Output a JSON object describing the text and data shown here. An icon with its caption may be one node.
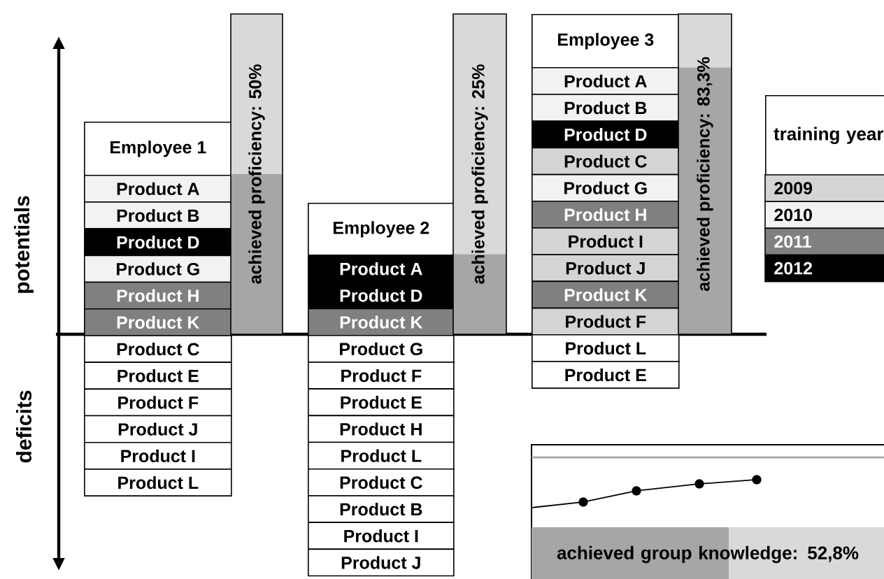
{
  "diagram": {
    "nodes": [
      {
        "text": [
          "Employee 1"
        ]
      },
      {
        "text": [
          "Product A"
        ]
      },
      {
        "text": [
          "Product B"
        ]
      },
      {
        "text": [
          "Product D"
        ]
      },
      {
        "text": [
          "Product G"
        ]
      },
      {
        "text": [
          "Product H"
        ]
      },
      {
        "text": [
          "Product K"
        ]
      },
      {
        "text": [
          "Product C"
        ]
      },
      {
        "text": [
          "Product E"
        ]
      },
      {
        "text": [
          "Product F"
        ]
      },
      {
        "text": [
          "Product J"
        ]
      },
      {
        "text": [
          "Product I"
        ]
      },
      {
        "text": [
          "Product L"
        ]
      },
      {
        "text": [
          "achieved proficiency: 50%"
        ]
      },
      {
        "text": [
          "Employee 2"
        ]
      },
      {
        "text": [
          "Product A"
        ]
      },
      {
        "text": [
          "Product D"
        ]
      },
      {
        "text": [
          "Product K"
        ]
      },
      {
        "text": [
          "Product G"
        ]
      },
      {
        "text": [
          "Product F"
        ]
      },
      {
        "text": [
          "Product E"
        ]
      },
      {
        "text": [
          "Product H"
        ]
      },
      {
        "text": [
          "Product L"
        ]
      },
      {
        "text": [
          "Product C"
        ]
      },
      {
        "text": [
          "Product B"
        ]
      },
      {
        "text": [
          "Product I"
        ]
      },
      {
        "text": [
          "Product J"
        ]
      },
      {
        "text": [
          "achieved proficiency: 25%"
        ]
      },
      {
        "text": [
          "Employee 3"
        ]
      },
      {
        "text": [
          "Product A"
        ]
      },
      {
        "text": [
          "Product B"
        ]
      },
      {
        "text": [
          "Product D"
        ]
      },
      {
        "text": [
          "Product C"
        ]
      },
      {
        "text": [
          "Product G"
        ]
      },
      {
        "text": [
          "Product H"
        ]
      },
      {
        "text": [
          "Product I"
        ]
      },
      {
        "text": [
          "Product J"
        ]
      },
      {
        "text": [
          "Product K"
        ]
      },
      {
        "text": [
          "Product F"
        ]
      },
      {
        "text": [
          "Product L"
        ]
      },
      {
        "text": [
          "Product E"
        ]
      },
      {
        "text": [
          "achieved proficiency: 83,3%"
        ]
      },
      {
        "text": [
          "achieved group knowledge: 52,8%"
        ]
      }
    ],
    "labels": [
      "potentials",
      "deficits",
      "training year"
    ],
    "legend": [
      {
        "text": "2009",
        "color": "#d4d4d4"
      },
      {
        "text": "2010",
        "color": "#f2f2f2"
      },
      {
        "text": "2011",
        "color": "#808080"
      },
      {
        "text": "2012",
        "color": "#000000"
      }
    ]
  }
}
